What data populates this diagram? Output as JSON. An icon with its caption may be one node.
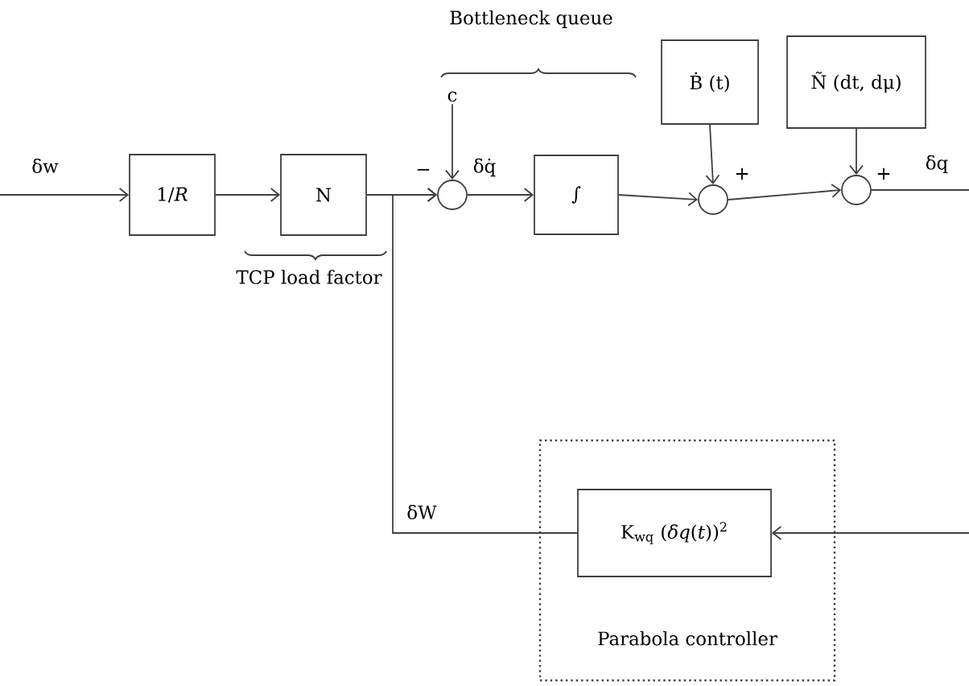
{
  "diagram": {
    "nodes": [
      {
        "text": [
          "1/*R*"
        ]
      },
      {
        "text": [
          "N"
        ]
      },
      {
        "text": [
          "c"
        ]
      },
      {
        "text": [],
        "shape": "circle"
      },
      {
        "text": [
          "∫"
        ]
      },
      {
        "text": [
          "Ḃ (t)"
        ]
      },
      {
        "text": [],
        "shape": "circle"
      },
      {
        "text": [
          "Ñ (dt, dμ)"
        ]
      },
      {
        "text": [],
        "shape": "circle"
      },
      {
        "text": [
          "Parabola controller"
        ]
      },
      {
        "text": [
          "K$_{wq}$ (*δq*(*t*))$^{2}$"
        ],
        "in": 9
      }
    ],
    "edges": [
      {
        "from": null,
        "to": 0,
        "arrow": "to",
        "label": "δw"
      },
      {
        "from": 0,
        "to": 1,
        "arrow": "to"
      },
      {
        "from": 1,
        "to": 3,
        "arrow": "to"
      },
      {
        "from": 2,
        "to": 3,
        "arrow": "to"
      },
      {
        "from": 3,
        "to": 4,
        "arrow": "to",
        "label": "δq̇"
      },
      {
        "from": 4,
        "to": 6,
        "arrow": "to"
      },
      {
        "from": 5,
        "to": 6,
        "arrow": "to"
      },
      {
        "from": 6,
        "to": 8,
        "arrow": "to"
      },
      {
        "from": 7,
        "to": 8,
        "arrow": "to"
      },
      {
        "from": 8,
        "to": null,
        "arrow": "none",
        "label": "δq"
      },
      {
        "from": null,
        "to": 10,
        "arrow": "to"
      },
      {
        "from": 10,
        "to": 3,
        "arrow": "to",
        "label": "δW"
      }
    ],
    "labels": [
      "Bottleneck queue",
      "TCP load factor",
      "−",
      "+",
      "+"
    ]
  }
}
